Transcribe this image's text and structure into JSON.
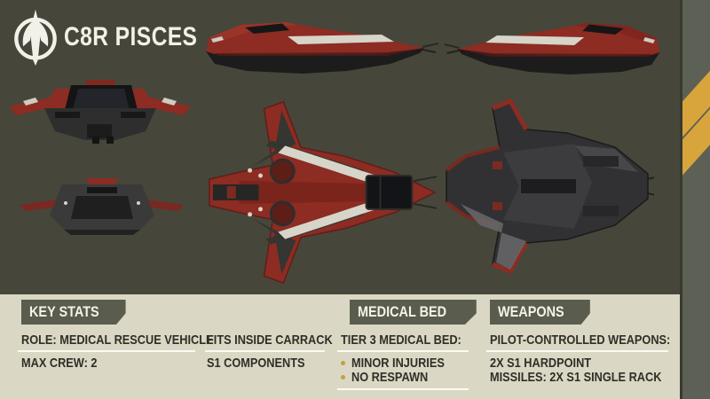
{
  "header": {
    "title": "C8R PISCES",
    "logo": "anvil-aerospace-logo"
  },
  "key_stats": {
    "heading": "KEY STATS",
    "role": "ROLE: MEDICAL RESCUE VEHICLE",
    "max_crew": "MAX CREW: 2",
    "fits": "FITS INSIDE CARRACK",
    "components": "S1 COMPONENTS"
  },
  "medical_bed": {
    "heading": "MEDICAL BED",
    "tier": "TIER 3 MEDICAL BED:",
    "bullets": [
      "MINOR INJURIES",
      "NO RESPAWN"
    ]
  },
  "weapons": {
    "heading": "WEAPONS",
    "pilot": "PILOT-CONTROLLED WEAPONS:",
    "hardpoint": "2X S1 HARDPOINT",
    "missiles": "MISSILES: 2X S1 SINGLE RACK"
  },
  "ship_views": {
    "top_center": "side-profile-view",
    "top_right": "side-profile-mirrored-view",
    "left_upper": "front-view",
    "left_lower": "rear-view",
    "center": "top-down-view",
    "right": "underside-view"
  },
  "colors": {
    "background": "#47463a",
    "panel_cream": "#dad7c4",
    "badge_olive": "#5a5c4e",
    "accent_gold": "#d8a43c",
    "ship_red": "#8c2c23",
    "text_dark": "#2e2f27"
  }
}
